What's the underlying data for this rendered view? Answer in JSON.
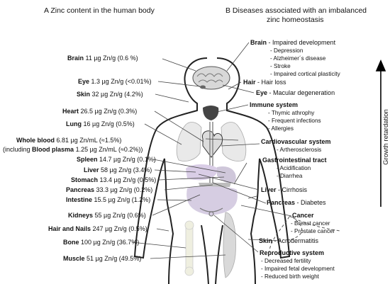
{
  "headers": {
    "left": "A Zinc content in the human body",
    "right_line1": "B Diseases associated with an imbalanced",
    "right_line2": "zinc homeostasis"
  },
  "left_labels": {
    "brain": {
      "name": "Brain",
      "value": "11 µg Zn/g  (0.6 %)"
    },
    "eye": {
      "name": "Eye",
      "value": "1.3 µg Zn/g (<0.01%)"
    },
    "skin": {
      "name": "Skin",
      "value": "32 µg Zn/g (4.2%)"
    },
    "heart": {
      "name": "Heart",
      "value": "26.5 µg Zn/g (0.3%)"
    },
    "lung": {
      "name": "Lung",
      "value": "16 µg Zn/g (0.5%)"
    },
    "whole_blood": {
      "name": "Whole blood",
      "value": "6.81 µg Zn/mL (≈1.5%)"
    },
    "blood_plasma": {
      "prefix": "(including ",
      "name": "Blood plasma",
      "value": "1.25 µg Zn/mL (≈0.2%))"
    },
    "spleen": {
      "name": "Spleen",
      "value": "14.7 µg Zn/g (0.1%)"
    },
    "liver": {
      "name": "Liver",
      "value": "58 µg Zn/g (3.4%)"
    },
    "stomach": {
      "name": "Stomach",
      "value": "13.4 µg Zn/g (0.5%)"
    },
    "pancreas": {
      "name": "Pancreas",
      "value": "33.3 µg Zn/g (0.2%)"
    },
    "intestine": {
      "name": "Intestine",
      "value": "15.5 µg Zn/g (1.2%)"
    },
    "kidneys": {
      "name": "Kidneys",
      "value": "55 µg Zn/g (0.6%)"
    },
    "hair_nails": {
      "name": "Hair and Nails",
      "value": "247 µg Zn/g (0.5%)"
    },
    "bone": {
      "name": "Bone",
      "value": "100 µg Zn/g (36.7%)"
    },
    "muscle": {
      "name": "Muscle",
      "value": "51 µg Zn/g (49.5%)"
    }
  },
  "right_labels": {
    "brain": {
      "name": "Brain",
      "sep": " - ",
      "first": "Impaired development",
      "items": [
        "- Depression",
        "- Alzheimer´s disease",
        "- Stroke",
        "- Impaired cortical plasticity"
      ]
    },
    "hair": {
      "name": "Hair",
      "detail": " - Hair loss"
    },
    "eye": {
      "name": "Eye",
      "detail": " - Macular degeneration"
    },
    "immune": {
      "name": "Immune system",
      "items": [
        "- Thymic athrophy",
        "- Frequent infections",
        "- Allergies"
      ]
    },
    "cardio": {
      "name": "Cardiovascular system",
      "items": [
        "- Artherosclerosis"
      ]
    },
    "gi": {
      "name": "Gastrointestinal tract",
      "items": [
        "- Acidification",
        "- Diarrhea"
      ]
    },
    "liver": {
      "name": "Liver",
      "detail": " - Cirrhosis"
    },
    "pancreas": {
      "name": "Pancreas",
      "detail": " - Diabetes"
    },
    "cancer": {
      "name": "Cancer",
      "items": [
        "- Breast cancer",
        "- Prostate cancer"
      ]
    },
    "skin": {
      "name": "Skin",
      "detail": " - Acrodermatitis"
    },
    "repro": {
      "name": "Reproductive system",
      "items": [
        "- Decreased fertility",
        "- Impaired fetal development",
        "- Reduced birth weight"
      ]
    }
  },
  "axis": {
    "label": "Growth retardation"
  }
}
